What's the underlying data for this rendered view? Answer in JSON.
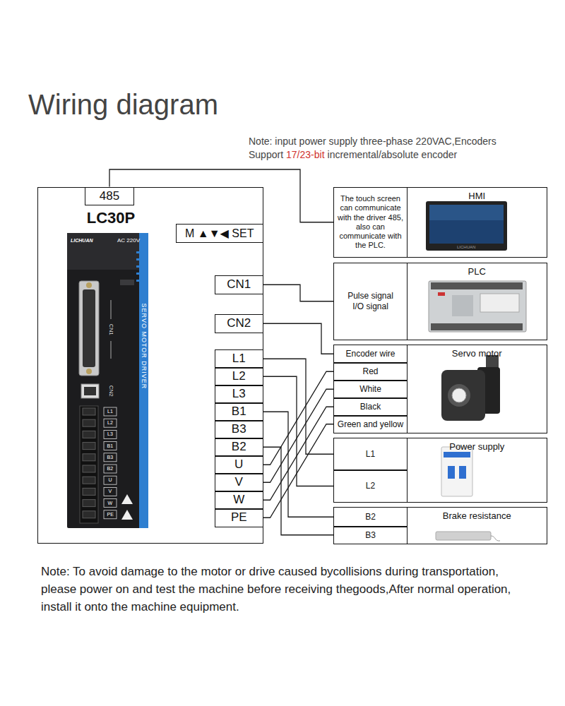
{
  "diagram": {
    "title": "Wiring diagram",
    "nodes": [
      {
        "text": [
          "LC30P"
        ]
      },
      {
        "text": [
          "485"
        ],
        "in": 0
      },
      {
        "text": [
          "M ▲▼◀ SET"
        ],
        "in": 0
      },
      {
        "text": [
          "CN1"
        ],
        "in": 0
      },
      {
        "text": [
          "CN2"
        ],
        "in": 0
      },
      {
        "text": [
          "L1"
        ],
        "in": 0
      },
      {
        "text": [
          "L2"
        ],
        "in": 0
      },
      {
        "text": [
          "L3"
        ],
        "in": 0
      },
      {
        "text": [
          "B1"
        ],
        "in": 0
      },
      {
        "text": [
          "B3"
        ],
        "in": 0
      },
      {
        "text": [
          "B2"
        ],
        "in": 0
      },
      {
        "text": [
          "U"
        ],
        "in": 0
      },
      {
        "text": [
          "V"
        ],
        "in": 0
      },
      {
        "text": [
          "W"
        ],
        "in": 0
      },
      {
        "text": [
          "PE"
        ],
        "in": 0
      },
      {
        "text": [
          "The touch screen can communicate with the driver 485, also can communicate with the PLC."
        ]
      },
      {
        "text": [
          "HMI"
        ]
      },
      {
        "text": [
          "Pulse signal I/O signal"
        ]
      },
      {
        "text": [
          "PLC"
        ]
      },
      {
        "text": [
          "Encoder wire"
        ]
      },
      {
        "text": [
          "Red"
        ]
      },
      {
        "text": [
          "White"
        ]
      },
      {
        "text": [
          "Black"
        ]
      },
      {
        "text": [
          "Green and yellow"
        ]
      },
      {
        "text": [
          "Servo motor"
        ]
      },
      {
        "text": [
          "L1"
        ]
      },
      {
        "text": [
          "L2"
        ]
      },
      {
        "text": [
          "Power supply"
        ]
      },
      {
        "text": [
          "B2"
        ]
      },
      {
        "text": [
          "B3"
        ]
      },
      {
        "text": [
          "Brake resistance"
        ]
      }
    ],
    "edges": [
      {
        "from": 1,
        "to": 15,
        "arrow": "none"
      },
      {
        "from": 3,
        "to": 17,
        "arrow": "none"
      },
      {
        "from": 4,
        "to": 19,
        "arrow": "none"
      },
      {
        "from": 11,
        "to": 20,
        "arrow": "none"
      },
      {
        "from": 12,
        "to": 21,
        "arrow": "none"
      },
      {
        "from": 13,
        "to": 22,
        "arrow": "none"
      },
      {
        "from": 14,
        "to": 23,
        "arrow": "none"
      },
      {
        "from": 5,
        "to": 25,
        "arrow": "none"
      },
      {
        "from": 6,
        "to": 26,
        "arrow": "none"
      },
      {
        "from": 8,
        "to": 28,
        "arrow": "none"
      },
      {
        "from": 10,
        "to": 29,
        "arrow": "none"
      }
    ],
    "labels": [
      "Note: input power supply three-phase 220VAC,Encoders",
      "Support",
      "17/23-bit",
      "incremental/absolute encoder",
      "LICHUAN",
      "AC 220V",
      "SERVO MOTOR DRIVER",
      "CN1",
      "CN2",
      "L1",
      "L2",
      "L3",
      "B1",
      "B3",
      "B2",
      "U",
      "V",
      "W",
      "PE",
      "LICHUAN",
      "Note: To avoid damage to the motor or drive caused bycollisions during transportation, please power on and test the machine before receiving thegoods,After normal operation, install it onto the machine equipment."
    ]
  }
}
